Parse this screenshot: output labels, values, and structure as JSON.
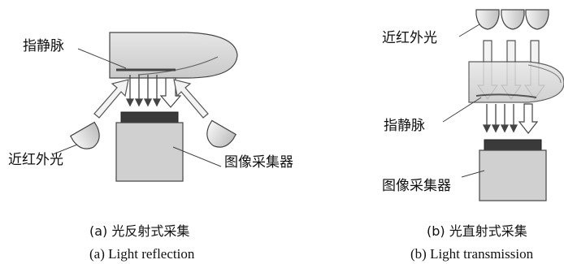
{
  "panel_a": {
    "label_vein": "指静脉",
    "label_nir": "近红外光",
    "label_sensor": "图像采集器",
    "caption_cn": "(a)  光反射式采集",
    "caption_en": "(a)  Light reflection"
  },
  "panel_b": {
    "label_nir": "近红外光",
    "label_vein": "指静脉",
    "label_sensor": "图像采集器",
    "caption_cn": "(b)  光直射式采集",
    "caption_en": "(b) Light transmission"
  },
  "colors": {
    "finger": "#d9d9d9",
    "finger_dark": "#bdbdbd",
    "sensor_body": "#cfcfcf",
    "sensor_top": "#3a3a3a",
    "arrow_fill": "#f2f2f2",
    "stroke": "#333333"
  }
}
